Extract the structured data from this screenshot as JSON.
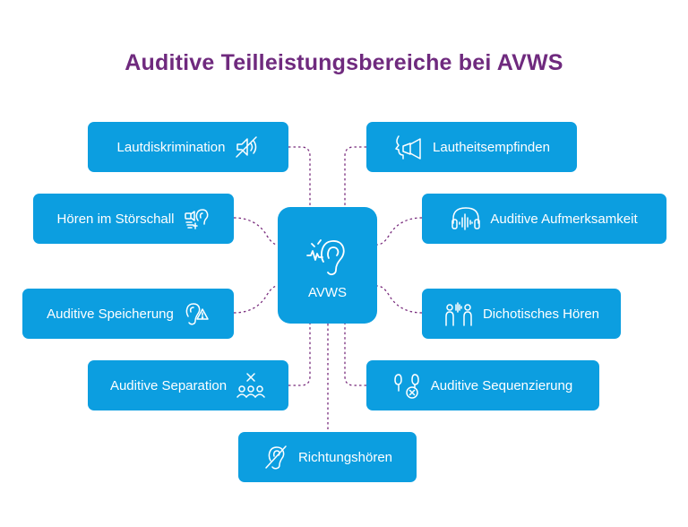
{
  "title": "Auditive Teilleistungsbereiche bei AVWS",
  "center": {
    "label": "AVWS",
    "icon": "ear-sound-icon"
  },
  "nodes": [
    {
      "label": "Lautdiskrimination",
      "icon": "muted-speaker-icon"
    },
    {
      "label": "Hören im Störschall",
      "icon": "ear-noise-icon"
    },
    {
      "label": "Auditive Speicherung",
      "icon": "ear-warning-icon"
    },
    {
      "label": "Auditive Separation",
      "icon": "people-x-icon"
    },
    {
      "label": "Richtungshören",
      "icon": "hearing-impaired-icon"
    },
    {
      "label": "Lautheitsempfinden",
      "icon": "megaphone-face-icon"
    },
    {
      "label": "Auditive Aufmerksamkeit",
      "icon": "headphones-wave-icon"
    },
    {
      "label": "Dichotisches Hören",
      "icon": "two-people-sound-icon"
    },
    {
      "label": "Auditive Sequenzierung",
      "icon": "earbuds-x-icon"
    }
  ],
  "colors": {
    "box": "#0c9ee0",
    "title": "#6f2a7e",
    "connector": "#7a2e7e"
  }
}
